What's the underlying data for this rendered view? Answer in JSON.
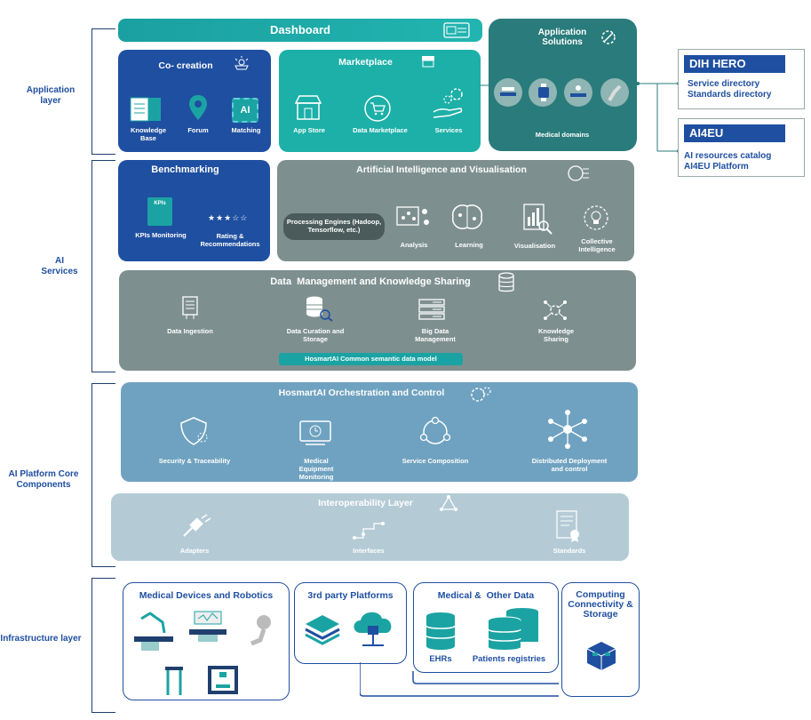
{
  "layers": {
    "application": "Application layer",
    "ai_services": "AI Services",
    "ai_platform": "AI Platform Core Components",
    "infrastructure": "Infrastructure layer"
  },
  "dashboard": "Dashboard",
  "cocreation": {
    "title": "Co- creation",
    "items": [
      "Knowledge Base",
      "Forum",
      "Matching"
    ],
    "ai_glyph": "AI"
  },
  "marketplace": {
    "title": "Marketplace",
    "items": [
      "App Store",
      "Data Marketplace",
      "Services"
    ]
  },
  "app_solutions": {
    "title": "Application Solutions",
    "caption": "Medical domains"
  },
  "dih_hero": {
    "title": "DIH HERO",
    "line1": "Service directory",
    "line2": "Standards directory"
  },
  "ai4eu": {
    "title": "AI4EU",
    "line1": "AI resources catalog",
    "line2": "AI4EU Platform"
  },
  "benchmarking": {
    "title": "Benchmarking",
    "items": [
      "KPIs Monitoring",
      "Rating & Recommendations"
    ],
    "kpi_glyph": "KPIs",
    "stars": "★★★☆☆"
  },
  "aiv": {
    "title": "Artificial Intelligence and Visualisation",
    "engines": "Processing Engines (Hadoop, Tensorflow, etc.)",
    "items": [
      "Analysis",
      "Learning",
      "Visualisation",
      "Collective Intelligence"
    ]
  },
  "dmks": {
    "title": "Data  Management and Knowledge Sharing",
    "items": [
      "Data Ingestion",
      "Data Curation and Storage",
      "Big Data Management",
      "Knowledge Sharing"
    ],
    "model": "HosmartAI Common semantic data model"
  },
  "orchestration": {
    "title": "HosmartAI Orchestration and Control",
    "items": [
      "Security & Traceability",
      "Medical Equipment Monitoring",
      "Service Composition",
      "Distributed Deployment and control"
    ]
  },
  "interop": {
    "title": "Interoperability Layer",
    "items": [
      "Adapters",
      "Interfaces",
      "Standards"
    ]
  },
  "infra": {
    "devices": "Medical Devices and Robotics",
    "third_party": "3rd party Platforms",
    "data": "Medical &  Other Data",
    "data_items": [
      "EHRs",
      "Patients registries"
    ],
    "computing": "Computing Connectivity & Storage"
  },
  "colors": {
    "teal": "#1ba3a3",
    "blue": "#1f4fa0",
    "dark_teal": "#2a7b7b",
    "grey": "#7e8f8f",
    "light_blue": "#6fa2c0",
    "pale_blue": "#b4cbd6"
  }
}
